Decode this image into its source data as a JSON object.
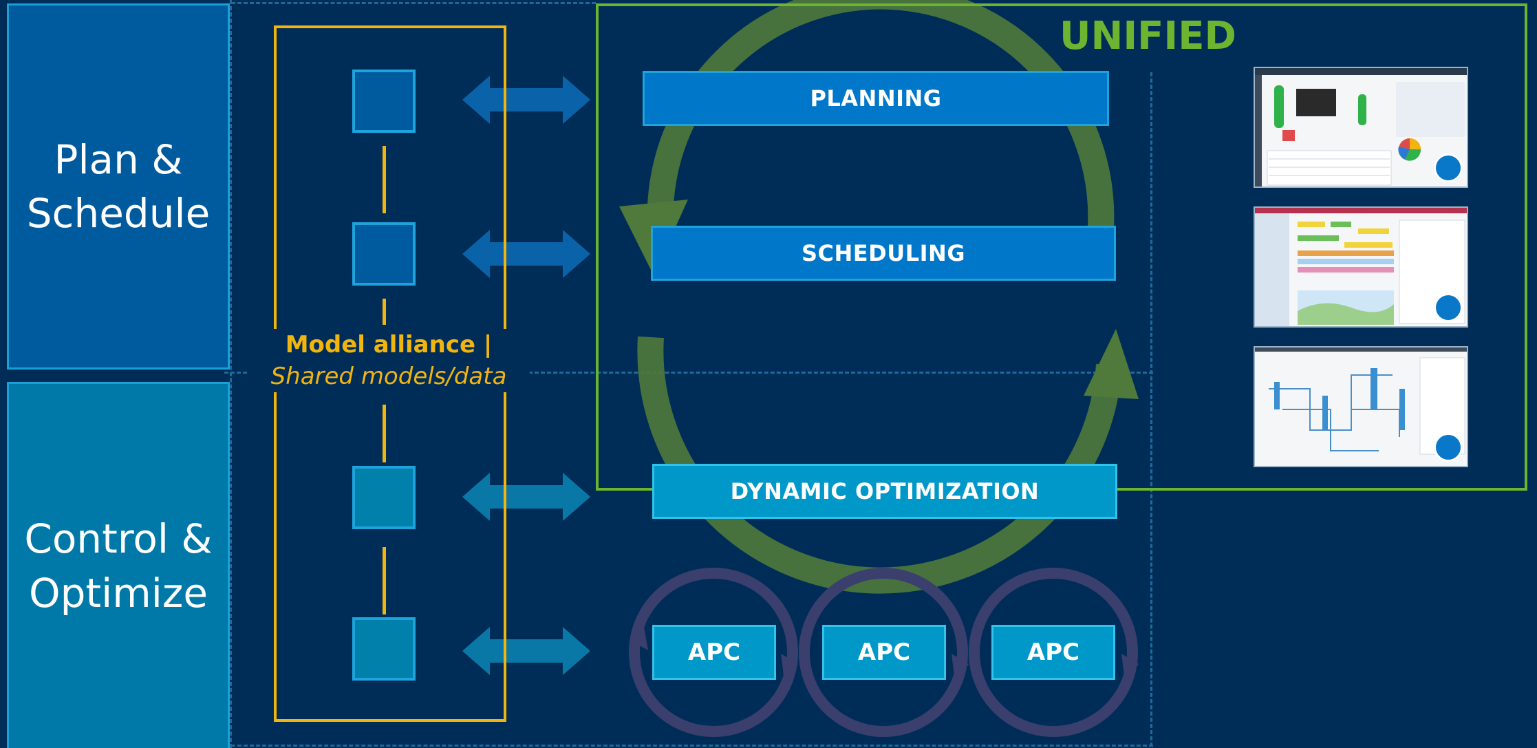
{
  "sections": {
    "plan_schedule": "Plan &\nSchedule",
    "control_optimize": "Control &\nOptimize"
  },
  "alliance": {
    "title": "Model alliance |",
    "subtitle": "Shared models/data"
  },
  "unified_label": "UNIFIED",
  "bars": {
    "planning": "PLANNING",
    "scheduling": "SCHEDULING",
    "dynamic_optimization": "DYNAMIC OPTIMIZATION"
  },
  "apc_labels": [
    "APC",
    "APC",
    "APC"
  ],
  "thumbnails": [
    {
      "icon": "chart-step-icon"
    },
    {
      "icon": "calendar-icon"
    },
    {
      "icon": "gear-network-icon"
    }
  ],
  "colors": {
    "background": "#002d57",
    "plan_block": "#005a9e",
    "control_block": "#0079a8",
    "alliance_yellow": "#f2b40f",
    "unified_green": "#6db531",
    "cycle_green": "#4f7a3c",
    "apc_ring": "#3b3f6e"
  }
}
